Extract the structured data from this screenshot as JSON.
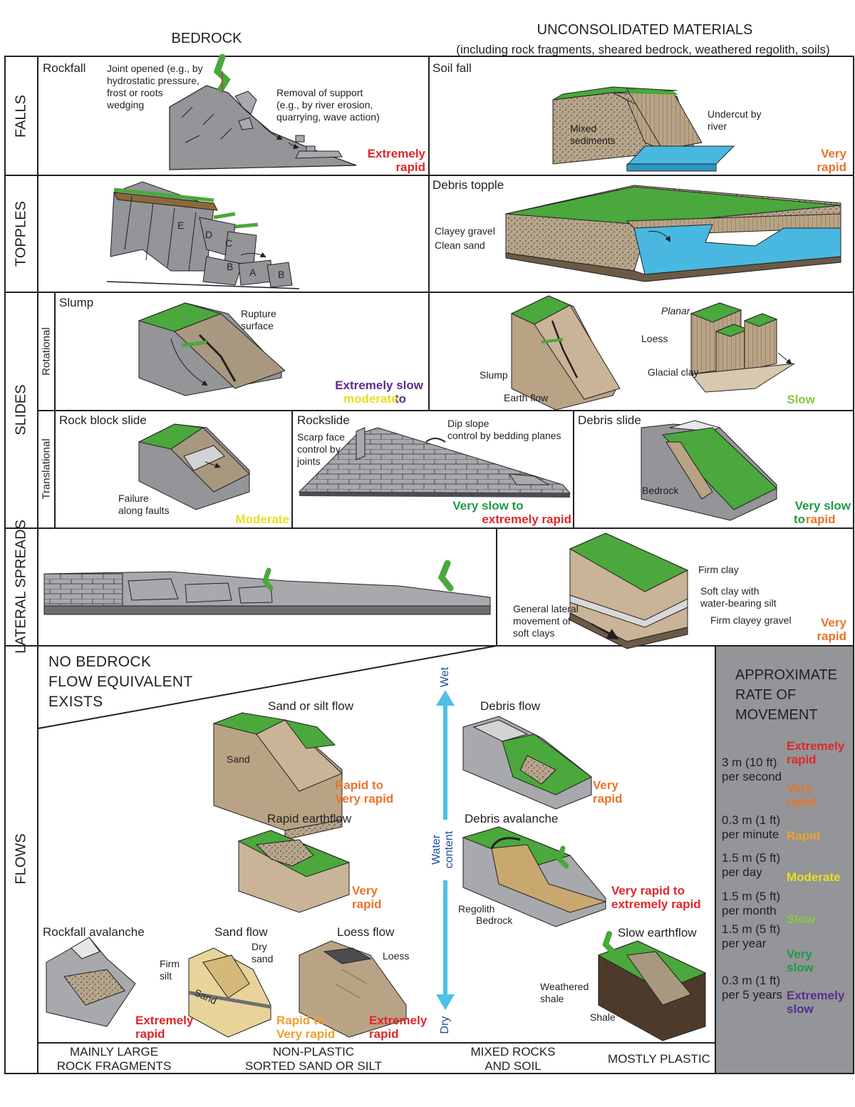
{
  "header": {
    "bedrock": "BEDROCK",
    "unconsolidated": "UNCONSOLIDATED MATERIALS",
    "unconsolidated_sub": "(including rock fragments, sheared bedrock, weathered regolith, soils)"
  },
  "rows": {
    "falls": "FALLS",
    "topples": "TOPPLES",
    "slides": "SLIDES",
    "rotational": "Rotational",
    "translational": "Translational",
    "lateral_spreads": "LATERAL SPREADS",
    "flows": "FLOWS"
  },
  "falls": {
    "rockfall": "Rockfall",
    "joint_note": "Joint opened (e.g., by\nhydrostatic pressure,\nfrost or roots\nwedging",
    "removal_note": "Removal of support\n(e.g., by river erosion,\nquarrying, wave action)",
    "rockfall_rate": "Extremely\nrapid",
    "soil_fall": "Soil fall",
    "mixed_sediments": "Mixed\nsediments",
    "undercut": "Undercut by\nriver",
    "soil_fall_rate": "Very\nrapid"
  },
  "topples": {
    "block_e": "E",
    "block_d": "D",
    "block_c": "C",
    "block_b1": "B",
    "block_a": "A",
    "block_b2": "B",
    "debris_topple": "Debris topple",
    "clayey_gravel": "Clayey gravel",
    "clean_sand": "Clean sand"
  },
  "slides": {
    "slump": "Slump",
    "rupture_surface": "Rupture\nsurface",
    "slump_rate_1": "Extremely slow",
    "slump_rate_2a": "to ",
    "slump_rate_2b": "moderate",
    "planar": "Planar",
    "loess": "Loess",
    "glacial_clay": "Glacial clay",
    "slump_label": "Slump",
    "earth_flow": "Earth flow",
    "planar_rate": "Slow",
    "rock_block_slide": "Rock block slide",
    "failure_faults": "Failure\nalong faults",
    "rock_block_rate": "Moderate",
    "rockslide": "Rockslide",
    "scarp_face": "Scarp face\ncontrol by\njoints",
    "dip_slope": "Dip slope\ncontrol by bedding planes",
    "rockslide_rate_1": "Very slow to",
    "rockslide_rate_2": "extremely rapid",
    "debris_slide": "Debris slide",
    "bedrock": "Bedrock",
    "debris_rate_1": "Very slow",
    "debris_rate_2a": "to ",
    "debris_rate_2b": "rapid"
  },
  "lateral": {
    "firm_clay": "Firm clay",
    "soft_clay": "Soft clay with\nwater-bearing silt",
    "firm_clayey_gravel": "Firm clayey gravel",
    "general_lateral": "General lateral\nmovement of\nsoft clays",
    "rate": "Very\nrapid"
  },
  "flows": {
    "no_bedrock": "NO BEDROCK\nFLOW EQUIVALENT\nEXISTS",
    "sand_silt_flow": "Sand or silt flow",
    "sand": "Sand",
    "sand_silt_rate": "Rapid to\nVery rapid",
    "rapid_earthflow": "Rapid earthflow",
    "rapid_earthflow_rate": "Very\nrapid",
    "rockfall_avalanche": "Rockfall avalanche",
    "rockfall_avalanche_rate": "Extremely\nrapid",
    "sand_flow": "Sand flow",
    "dry_sand": "Dry\nsand",
    "firm_silt": "Firm\nsilt",
    "sand_small": "Sand",
    "sand_flow_rate": "Rapid to\nVery rapid",
    "loess_flow": "Loess flow",
    "loess": "Loess",
    "loess_flow_rate": "Extremely\nrapid",
    "wet": "Wet",
    "water_content": "Water\ncontent",
    "dry": "Dry",
    "debris_flow": "Debris flow",
    "debris_flow_rate": "Very\nrapid",
    "debris_avalanche": "Debris avalanche",
    "regolith": "Regolith",
    "bedrock": "Bedrock",
    "debris_avalanche_rate": "Very rapid to\nextremely rapid",
    "slow_earthflow": "Slow earthflow",
    "weathered_shale": "Weathered\nshale",
    "shale": "Shale"
  },
  "bottom": {
    "col1": "MAINLY LARGE\nROCK FRAGMENTS",
    "col2": "NON-PLASTIC\nSORTED SAND OR SILT",
    "col3": "MIXED ROCKS\nAND SOIL",
    "col4": "MOSTLY PLASTIC"
  },
  "legend": {
    "title": "APPROXIMATE\nRATE OF\nMOVEMENT",
    "r1": "Extremely\nrapid",
    "s1": "3 m (10 ft)\nper second",
    "r2": "Very\nrapid",
    "s2": "0.3 m (1 ft)\nper minute",
    "r3": "Rapid",
    "s3": "1.5 m (5 ft)\nper day",
    "r4": "Moderate",
    "s4": "1.5 m (5 ft)\nper month",
    "r5": "Slow",
    "s5": "1.5 m (5 ft)\nper year",
    "r6": "Very\nslow",
    "s6": "0.3 m (1 ft)\nper 5 years",
    "r7": "Extremely\nslow"
  },
  "colors": {
    "extremely_rapid": "#e0262b",
    "very_rapid": "#e8742a",
    "rapid": "#f0a030",
    "moderate": "#e6e020",
    "slow": "#8cc63f",
    "very_slow": "#1f9a48",
    "extremely_slow": "#5b2d8e",
    "grass": "#4aa83c",
    "rock": "#8f9093",
    "soil": "#b8a080",
    "water": "#48b8e0",
    "legend_bg": "#939598",
    "arrow": "#4fc0e8"
  }
}
